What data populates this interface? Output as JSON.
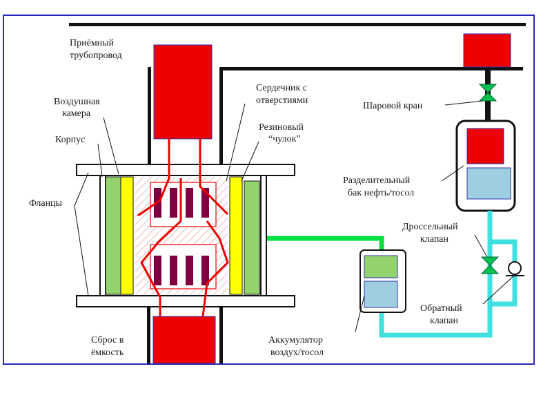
{
  "labels": {
    "intake_line_1": "Приёмный",
    "intake_line_2": "трубопровод",
    "air_chamber_1": "Воздушная",
    "air_chamber_2": "камера",
    "housing": "Корпус",
    "flanges": "Фланцы",
    "core_1": "Сердечник с",
    "core_2": "отверстиями",
    "rubber_1": "Резиновый",
    "rubber_2": "“чулок”",
    "ball_valve": "Шаровой кран",
    "separator_1": "Разделительный",
    "separator_2": "бак нефть/тосол",
    "throttle_1": "Дроссельный",
    "throttle_2": "клапан",
    "check_1": "Обратный",
    "check_2": "клапан",
    "accumulator_1": "Аккумулятор",
    "accumulator_2": "воздух/тосол",
    "discharge_1": "Сброс в",
    "discharge_2": "ёмкость"
  },
  "colors": {
    "frame": "#2a2ab8",
    "oil": "#ee0000",
    "antifreeze": "#9ecfe0",
    "air": "#92d36e",
    "rubber": "#ffff00",
    "core_slot": "#800040",
    "green_line": "#00e040",
    "cyan_line": "#40e0e0",
    "valve": "#00c050",
    "pipe": "#111111"
  }
}
